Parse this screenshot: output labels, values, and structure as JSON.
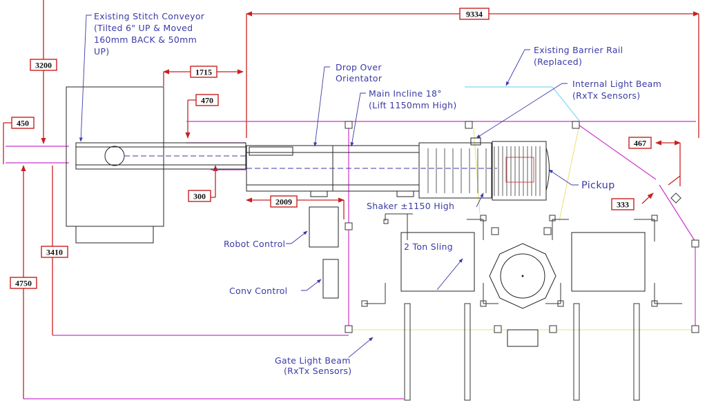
{
  "labels": {
    "stitch_conveyor": [
      "Existing Stitch Conveyor",
      "(Tilted 6\" UP & Moved",
      "160mm BACK & 50mm",
      "UP)"
    ],
    "drop_orientator": [
      "Drop Over",
      "Orientator"
    ],
    "main_incline": [
      "Main Incline 18°",
      "(Lift 1150mm High)"
    ],
    "barrier_rail": [
      "Existing Barrier Rail",
      "(Replaced)"
    ],
    "internal_beam": [
      "Internal Light Beam",
      "(RxTx Sensors)"
    ],
    "pickup": "Pickup",
    "shaker": "Shaker ±1150 High",
    "robot_control": "Robot Control",
    "conv_control": "Conv Control",
    "sling": "2 Ton Sling",
    "gate_beam": [
      "Gate Light Beam",
      "(RxTx Sensors)"
    ]
  },
  "dimensions": {
    "d9334": "9334",
    "d3200": "3200",
    "d1715": "1715",
    "d470": "470",
    "d450": "450",
    "d300": "300",
    "d2009": "2009",
    "d467": "467",
    "d333": "333",
    "d3410": "3410",
    "d4750": "4750"
  }
}
